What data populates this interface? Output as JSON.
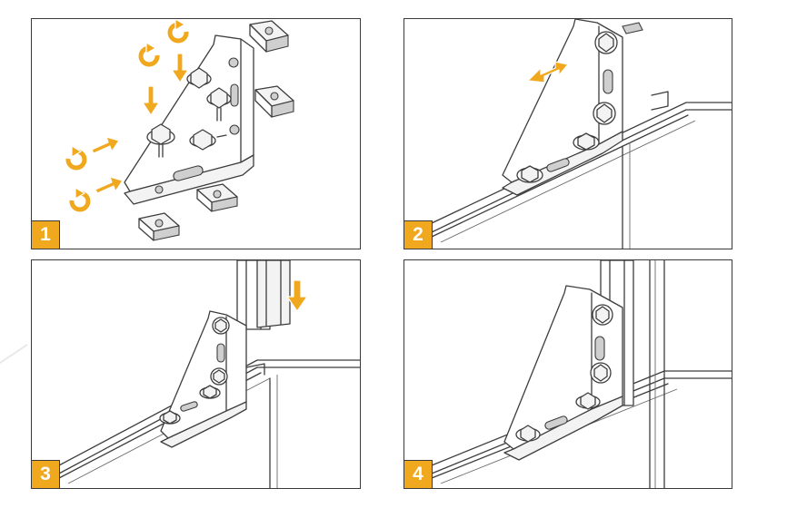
{
  "figure": {
    "panels": [
      {
        "step": "1",
        "content": "bracket-with-bolts-and-t-nuts"
      },
      {
        "step": "2",
        "content": "bracket-on-rail-adjust"
      },
      {
        "step": "3",
        "content": "insert-vertical-profile"
      },
      {
        "step": "4",
        "content": "assembled-corner"
      }
    ],
    "colors": {
      "accent": "#f0a81e",
      "line": "#3d3d3d",
      "panel_border": "#3a3a3a",
      "background": "#ffffff"
    }
  }
}
